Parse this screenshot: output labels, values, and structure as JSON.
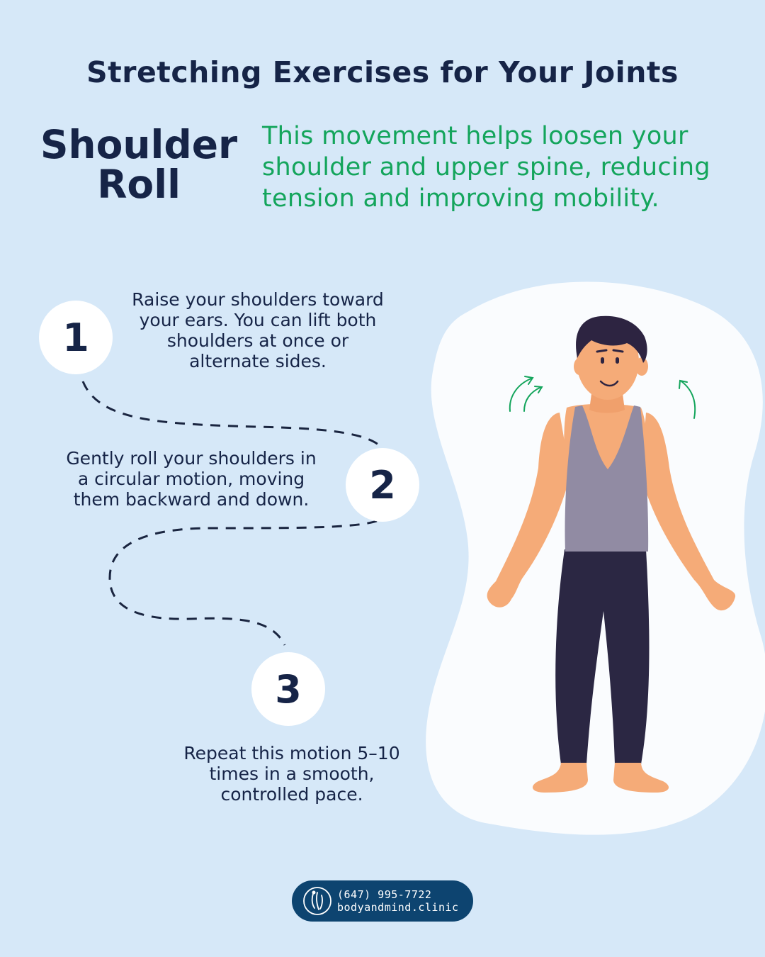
{
  "title": "Stretching Exercises for Your Joints",
  "exercise": {
    "name_line1": "Shoulder",
    "name_line2": "Roll",
    "description": "This movement helps loosen your shoulder and upper spine, reducing tension and improving mobility."
  },
  "steps": [
    {
      "number": "1",
      "lines": [
        "Raise your shoulders toward",
        "your ears. You can lift both",
        "shoulders at once or",
        "alternate sides."
      ]
    },
    {
      "number": "2",
      "lines": [
        "Gently roll your shoulders in",
        "a circular motion, moving",
        "them backward and down."
      ]
    },
    {
      "number": "3",
      "lines": [
        "Repeat this motion 5–10",
        "times in a smooth,",
        "controlled pace."
      ]
    }
  ],
  "footer": {
    "phone": "(647) 995-7722",
    "website": "bodyandmind.clinic"
  },
  "colors": {
    "background": "#d6e8f8",
    "title": "#162447",
    "accent_green": "#14a55c",
    "footer_bg": "#0d4470"
  },
  "icons": [
    "motion-arrow-icon",
    "clinic-logo-icon"
  ]
}
